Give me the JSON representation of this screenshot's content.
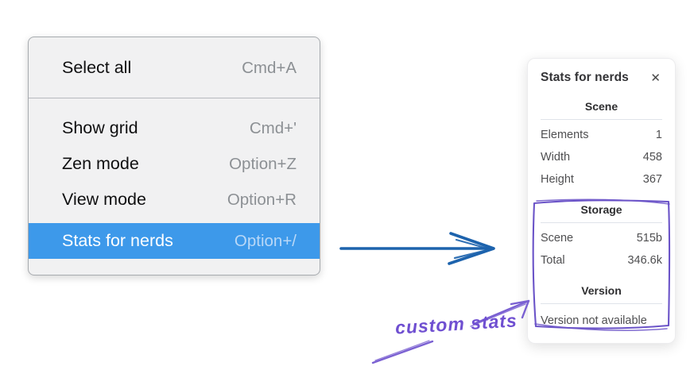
{
  "context_menu": {
    "groups": [
      {
        "items": [
          {
            "label": "Select all",
            "shortcut": "Cmd+A"
          }
        ]
      },
      {
        "items": [
          {
            "label": "Show grid",
            "shortcut": "Cmd+'"
          },
          {
            "label": "Zen mode",
            "shortcut": "Option+Z"
          },
          {
            "label": "View mode",
            "shortcut": "Option+R"
          },
          {
            "label": "Stats for nerds",
            "shortcut": "Option+/"
          }
        ]
      }
    ],
    "highlight_color": "#3d99ea"
  },
  "stats_panel": {
    "title": "Stats for nerds",
    "close_icon": "✕",
    "sections": [
      {
        "heading": "Scene",
        "rows": [
          {
            "label": "Elements",
            "value": "1"
          },
          {
            "label": "Width",
            "value": "458"
          },
          {
            "label": "Height",
            "value": "367"
          }
        ]
      },
      {
        "heading": "Storage",
        "rows": [
          {
            "label": "Scene",
            "value": "515b"
          },
          {
            "label": "Total",
            "value": "346.6k"
          }
        ]
      },
      {
        "heading": "Version",
        "note": "Version not available"
      }
    ]
  },
  "annotation": {
    "label": "custom stats",
    "color": "#6f4fd1"
  },
  "arrow_color": "#1d63ad",
  "purple_box_color": "#6b54c8"
}
